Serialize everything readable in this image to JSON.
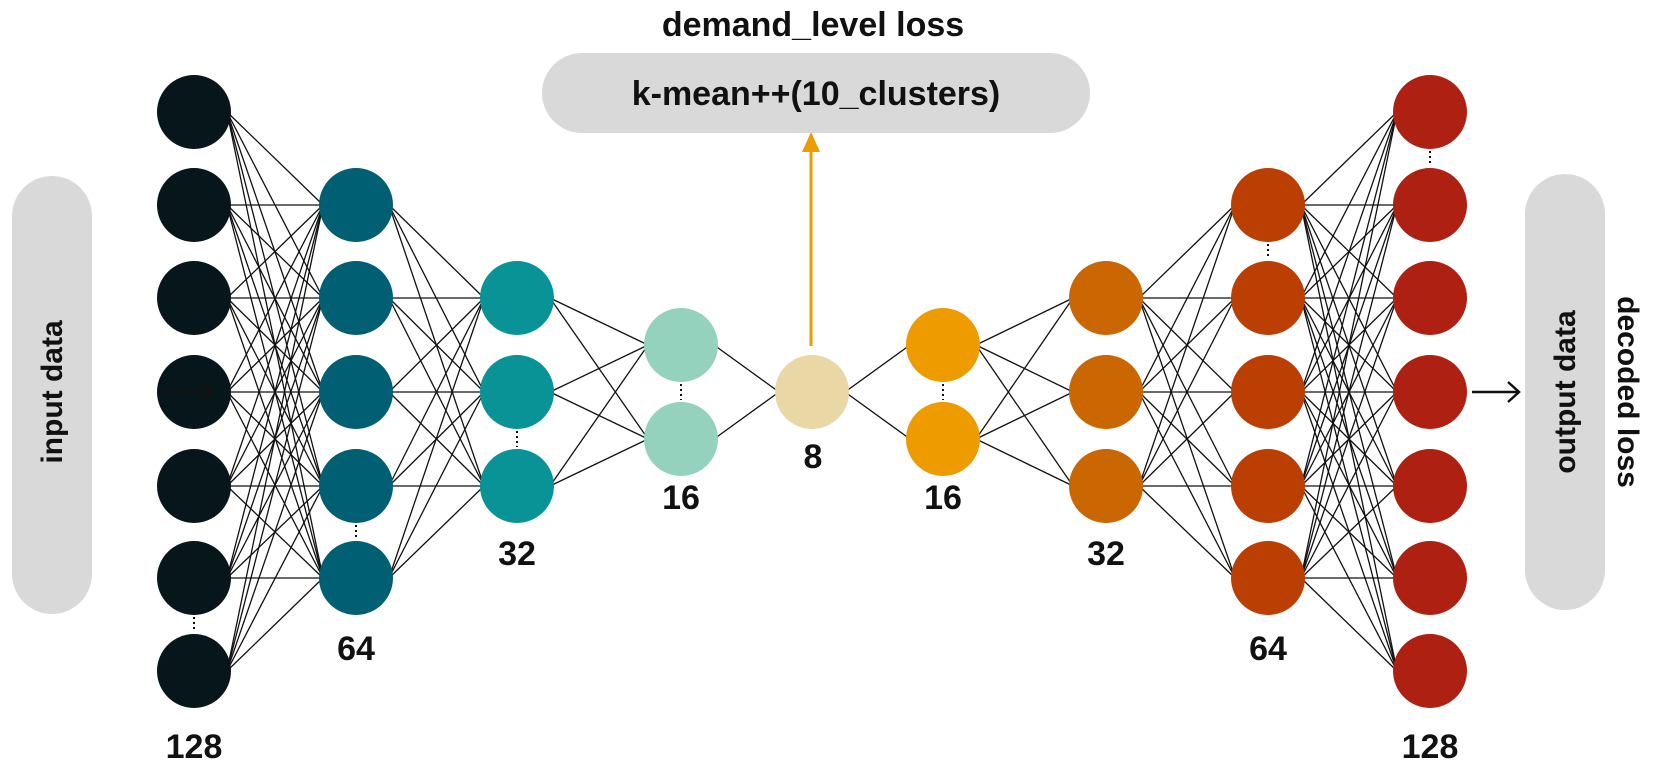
{
  "header": {
    "title": "demand_level loss",
    "cluster_box": "k-mean++(10_clusters)"
  },
  "side_labels": {
    "input": "input data",
    "output": "output data",
    "decoded": "decoded loss"
  },
  "layers": [
    {
      "label": "128",
      "color": "#06161a"
    },
    {
      "label": "64",
      "color": "#005f73"
    },
    {
      "label": "32",
      "color": "#0a9396"
    },
    {
      "label": "16",
      "color": "#94d2bd"
    },
    {
      "label": "8",
      "color": "#e9d8a6"
    },
    {
      "label": "16",
      "color": "#ee9b00"
    },
    {
      "label": "32",
      "color": "#ca6702"
    },
    {
      "label": "64",
      "color": "#bb3e03"
    },
    {
      "label": "128",
      "color": "#ae2012"
    }
  ],
  "colors": {
    "arrow_accent": "#ee9b00",
    "pill_fill": "#d9d9d9"
  }
}
